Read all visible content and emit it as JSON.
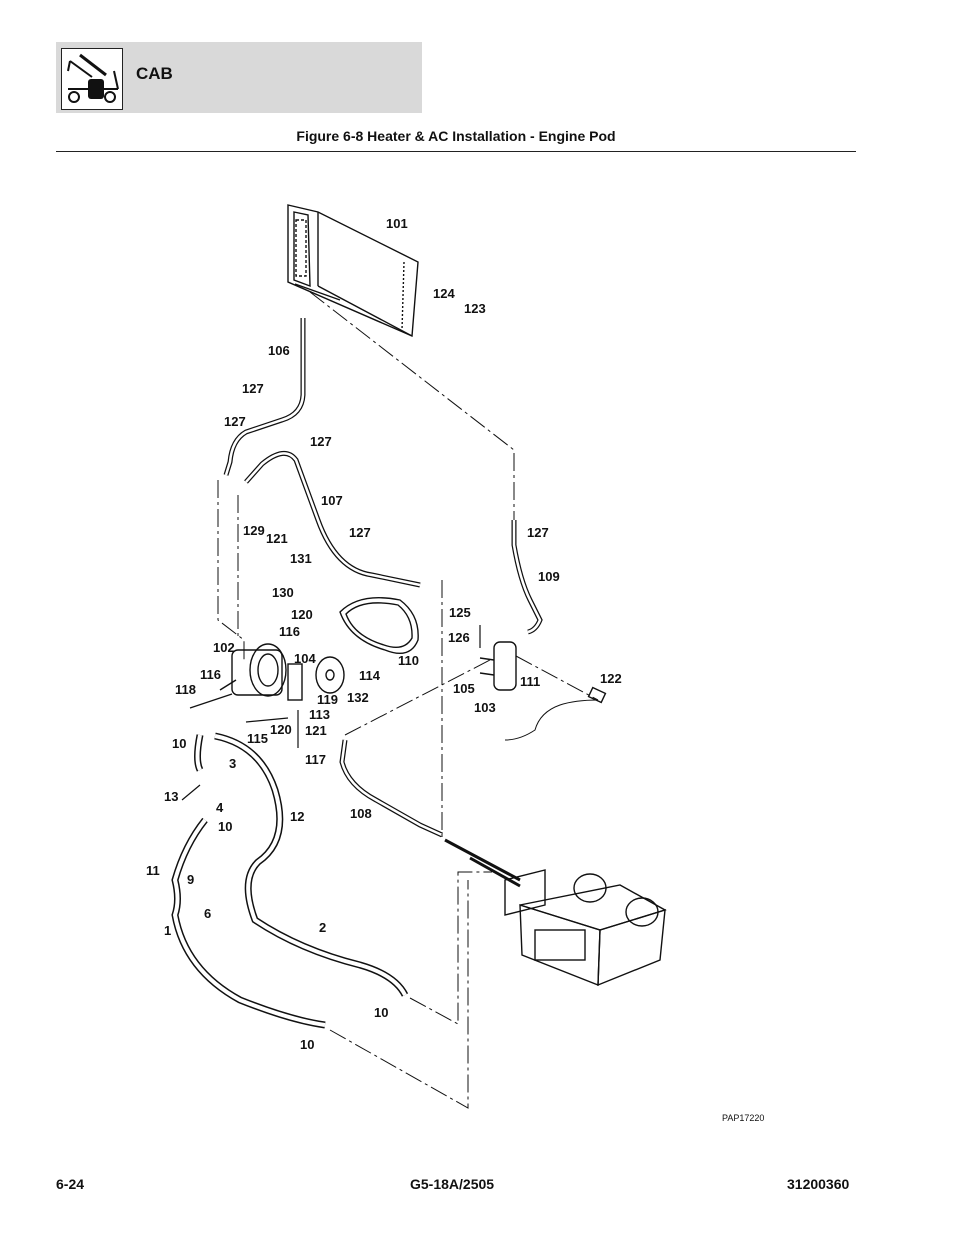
{
  "header": {
    "section": "CAB",
    "logo_icon": "machine-logo-icon"
  },
  "figure": {
    "title": "Figure 6-8 Heater & AC Installation - Engine Pod",
    "drawing_code": "PAP17220",
    "callouts": [
      "101",
      "124",
      "123",
      "106",
      "127",
      "127",
      "127",
      "107",
      "127",
      "129",
      "121",
      "131",
      "130",
      "127",
      "109",
      "120",
      "116",
      "125",
      "126",
      "102",
      "104",
      "114",
      "110",
      "116",
      "105",
      "111",
      "118",
      "119",
      "132",
      "103",
      "122",
      "113",
      "115",
      "120",
      "121",
      "10",
      "3",
      "117",
      "13",
      "4",
      "10",
      "12",
      "108",
      "11",
      "9",
      "6",
      "1",
      "2",
      "10",
      "10"
    ]
  },
  "footer": {
    "left": "6-24",
    "center": "G5-18A/2505",
    "right": "31200360"
  }
}
